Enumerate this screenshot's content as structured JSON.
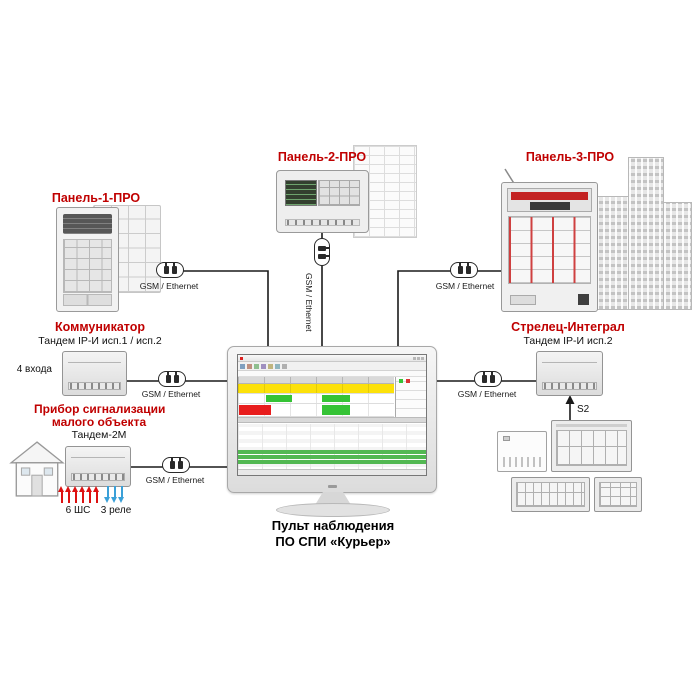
{
  "nodes": {
    "panel1": {
      "title": "Панель-1-ПРО"
    },
    "panel2": {
      "title": "Панель-2-ПРО"
    },
    "panel3": {
      "title": "Панель-3-ПРО"
    },
    "communicator": {
      "title": "Коммуникатор",
      "subtitle": "Тандем IP-И исп.1 / исп.2",
      "inputs_label": "4 входа"
    },
    "small_object": {
      "title_line1": "Прибор сигнализации",
      "title_line2": "малого объекта",
      "subtitle": "Тандем-2М",
      "loops_label": "6 ШС",
      "relays_label": "3 реле"
    },
    "strelets": {
      "title": "Стрелец-Интеграл",
      "subtitle": "Тандем IP-И исп.2",
      "bus_label": "S2"
    },
    "console": {
      "title_line1": "Пульт наблюдения",
      "title_line2": "ПО СПИ «Курьер»"
    }
  },
  "links": {
    "gsm_ethernet": "GSM / Ethernet"
  },
  "colors": {
    "title_red": "#c00000",
    "line_black": "#1a1a1a",
    "loop_arrow_red": "#dd1111",
    "relay_arrow_blue": "#3aa0d8",
    "screen_alarm_yellow": "#fce10a",
    "screen_ok_green": "#35c335",
    "screen_alarm_red": "#e81d1d"
  }
}
